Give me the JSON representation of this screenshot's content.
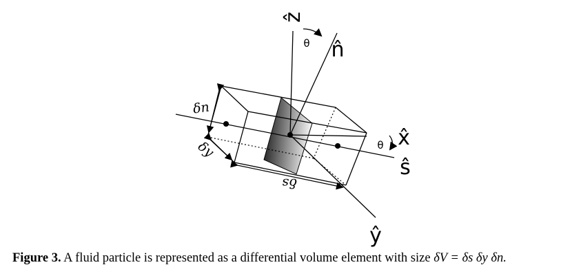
{
  "diagram": {
    "labels": {
      "z_hat": "ẑ",
      "n_hat": "n̂",
      "x_hat": "x̂",
      "s_hat": "ŝ",
      "y_hat": "ŷ",
      "theta_top": "θ",
      "theta_right": "θ",
      "delta_n": "δn",
      "delta_y": "δy",
      "delta_s": "δs"
    },
    "colors": {
      "ink": "#000000",
      "shade_dark": "#111111",
      "shade_light": "#f2f2f2"
    }
  },
  "caption": {
    "lead": "Figure 3.",
    "text": " A fluid particle is represented as a differential volume element with size ",
    "math": "δV = δs δy δn."
  }
}
